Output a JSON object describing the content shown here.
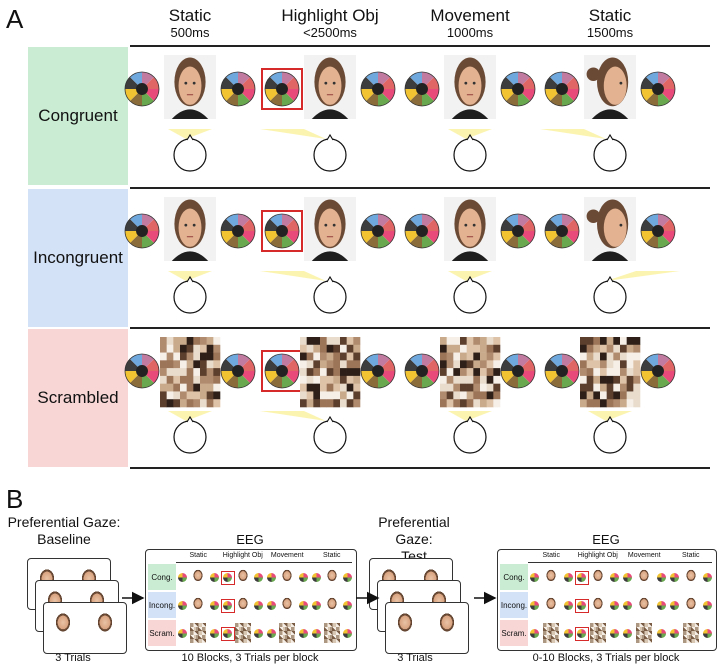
{
  "panel_a": {
    "letter": "A",
    "columns": [
      {
        "title": "Static",
        "time": "500ms"
      },
      {
        "title": "Highlight Obj",
        "time": "<2500ms"
      },
      {
        "title": "Movement",
        "time": "1000ms"
      },
      {
        "title": "Static",
        "time": "1500ms"
      }
    ],
    "rows": [
      {
        "label": "Congruent",
        "color": "#c9ecd3"
      },
      {
        "label": "Incongruent",
        "color": "#d3e2f7"
      },
      {
        "label": "Scrambled",
        "color": "#f8d6d6"
      }
    ]
  },
  "panel_b": {
    "letter": "B",
    "baseline": {
      "title_line1": "Preferential Gaze:",
      "title_line2": "Baseline",
      "caption": "3 Trials"
    },
    "eeg1": {
      "title": "EEG",
      "caption": "10 Blocks, 3 Trials per block"
    },
    "test": {
      "title_line1": "Preferential Gaze:",
      "title_line2": "Test",
      "caption": "3 Trials"
    },
    "eeg2": {
      "title": "EEG",
      "caption": "0-10 Blocks, 3 Trials per block"
    },
    "mini_columns": [
      "Static",
      "Highlight Obj",
      "Movement",
      "Static"
    ],
    "mini_rows": [
      {
        "label": "Cong.",
        "color": "#c9ecd3"
      },
      {
        "label": "Incong.",
        "color": "#d3e2f7"
      },
      {
        "label": "Scram.",
        "color": "#f8d6d6"
      }
    ]
  },
  "colors": {
    "highlight_box": "#d62a2a",
    "gaze_cone": "#fbf3a8"
  }
}
